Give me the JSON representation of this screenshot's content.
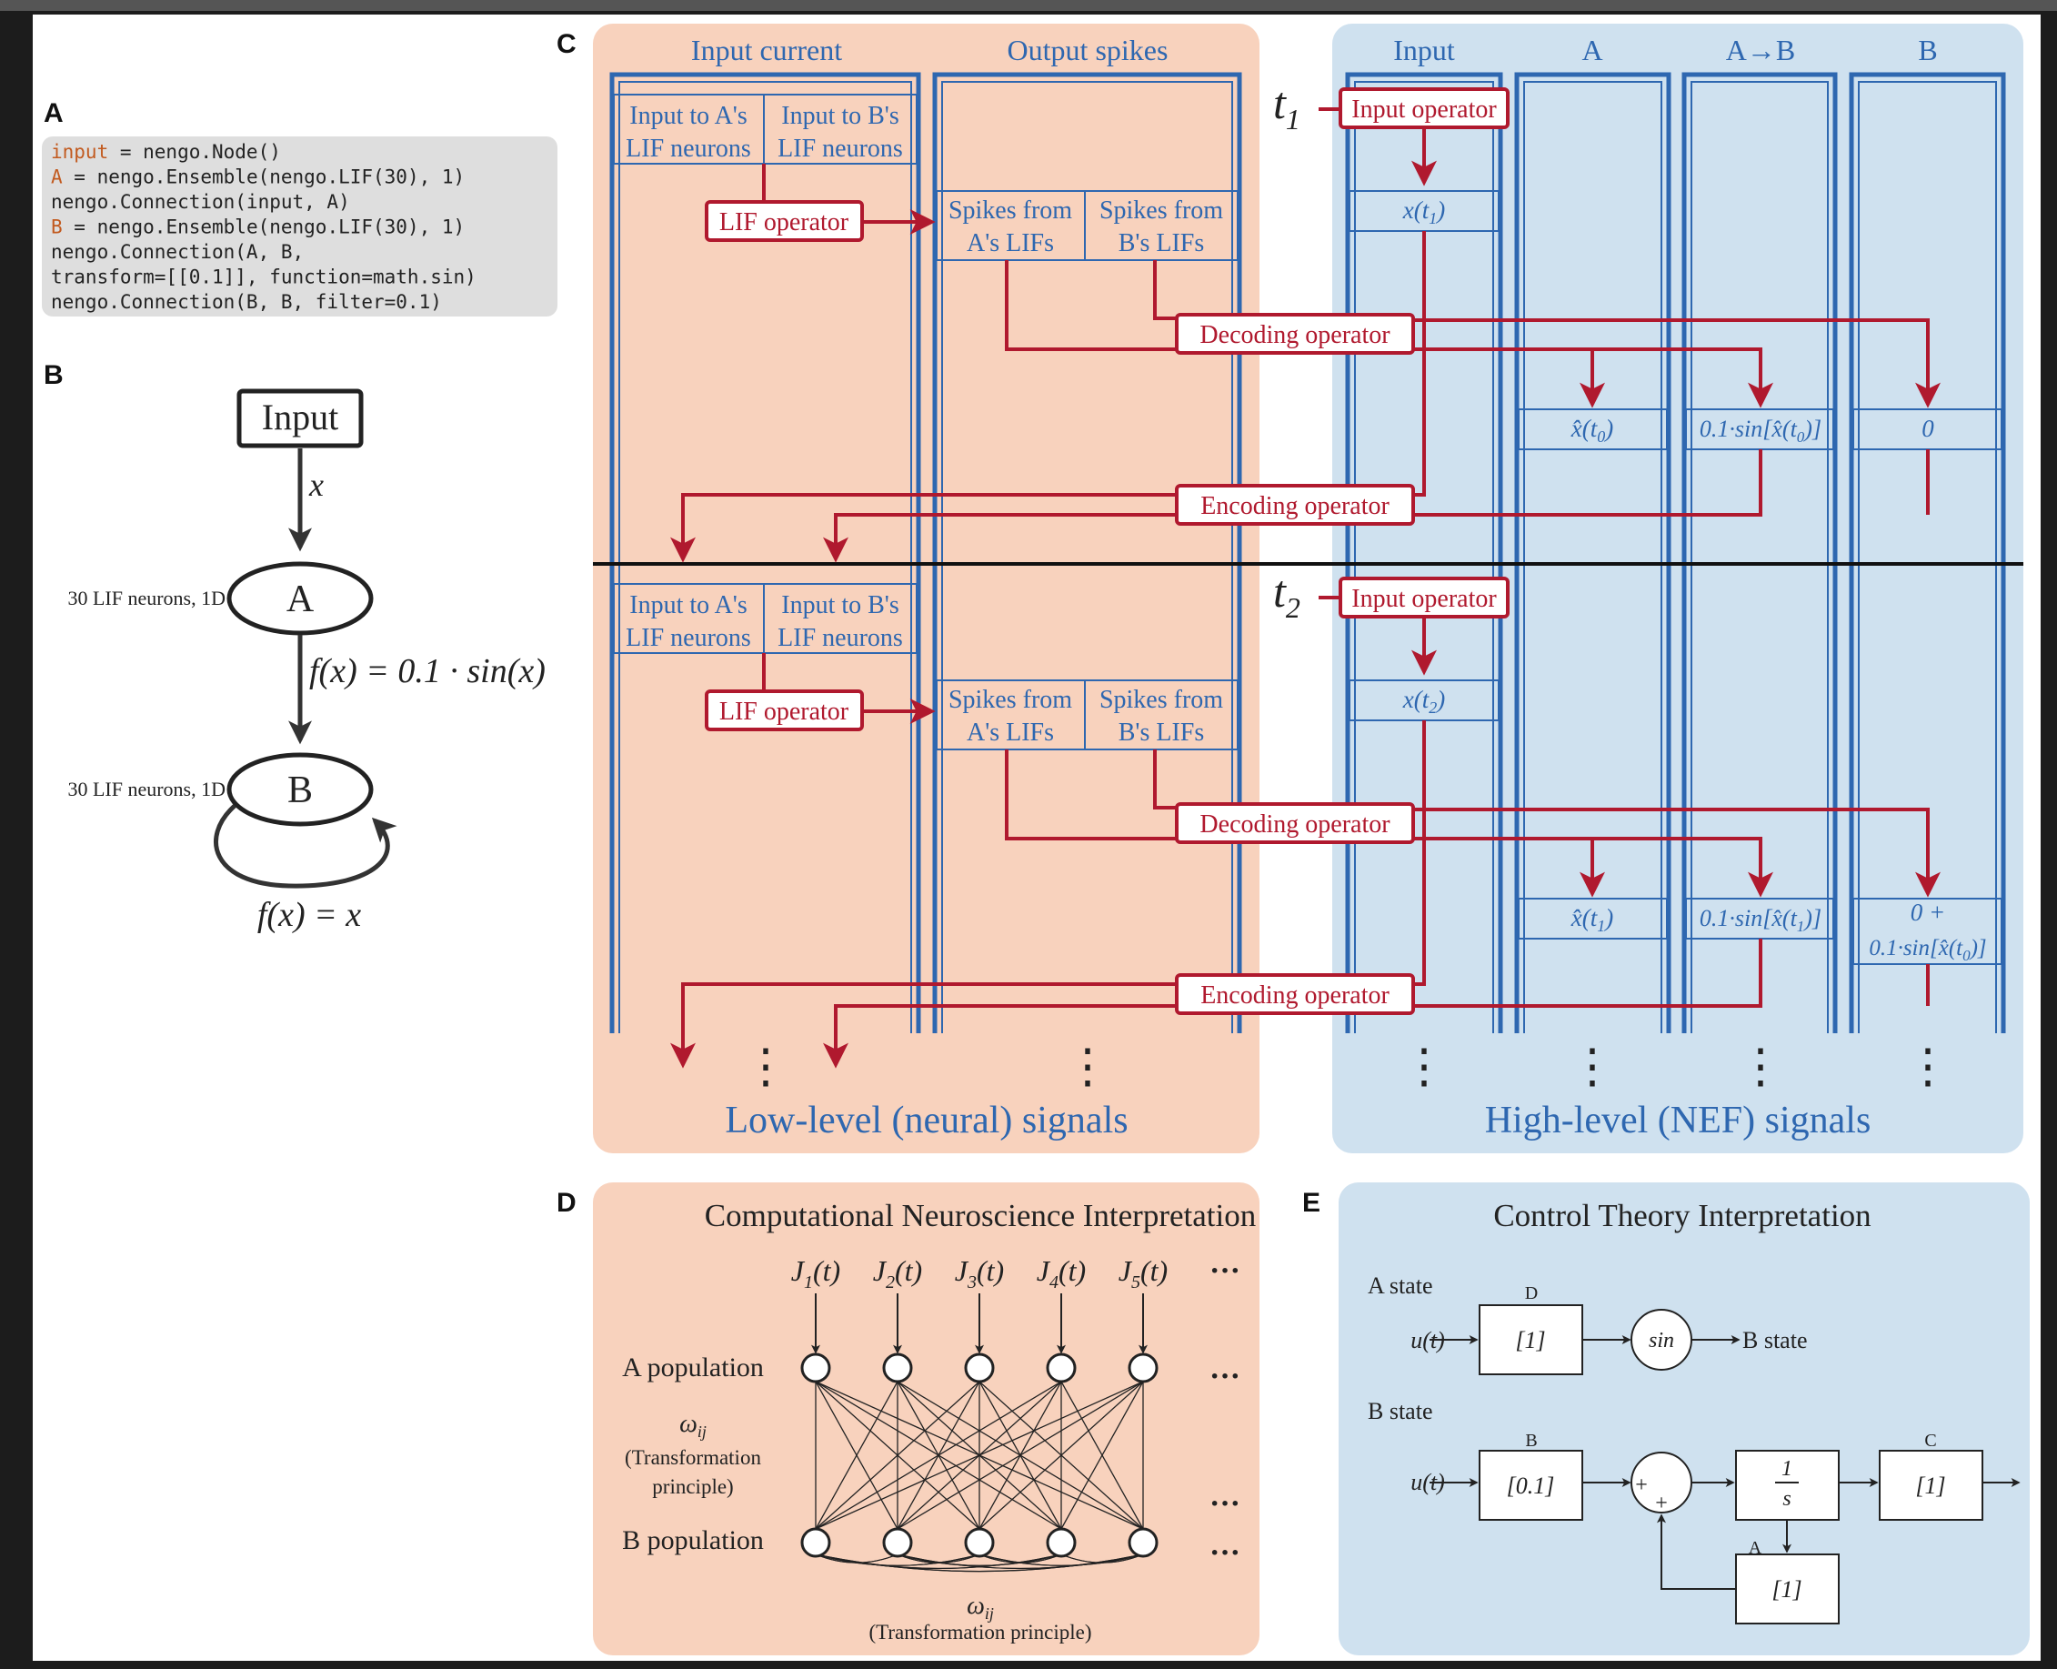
{
  "panel_labels": {
    "a": "A",
    "b": "B",
    "c": "C",
    "d": "D",
    "e": "E"
  },
  "panel_a": {
    "code": [
      {
        "parts": [
          {
            "t": "input",
            "c": "kw"
          },
          {
            "t": " = nengo.Node()",
            "c": "plain"
          }
        ]
      },
      {
        "parts": [
          {
            "t": "A",
            "c": "kw"
          },
          {
            "t": " = nengo.Ensemble(nengo.LIF(30), 1)",
            "c": "plain"
          }
        ]
      },
      {
        "parts": [
          {
            "t": "nengo.Connection(input, A)",
            "c": "plain"
          }
        ]
      },
      {
        "parts": [
          {
            "t": "B",
            "c": "kw"
          },
          {
            "t": " = nengo.Ensemble(nengo.LIF(30), 1)",
            "c": "plain"
          }
        ]
      },
      {
        "parts": [
          {
            "t": "nengo.Connection(A, B,",
            "c": "plain"
          }
        ]
      },
      {
        "parts": [
          {
            "t": "    transform=[[0.1]], function=math.sin)",
            "c": "plain"
          }
        ]
      },
      {
        "parts": [
          {
            "t": "nengo.Connection(B, B, filter=0.1)",
            "c": "plain"
          }
        ]
      }
    ],
    "colors": {
      "kw": "#c25a1f",
      "plain": "#222222",
      "bg": "#dedede"
    }
  },
  "panel_b": {
    "input_label": "Input",
    "x_label": "x",
    "a_label": "A",
    "b_label": "B",
    "a_desc": "30 LIF neurons, 1D",
    "b_desc": "30 LIF neurons, 1D",
    "fx_ab": "f(x) = 0.1 · sin(x)",
    "fx_bb": "f(x) = x"
  },
  "panel_c": {
    "colors": {
      "low_bg": "#f8d2bd",
      "high_bg": "#cfe1ef",
      "blue": "#2e67b0",
      "red": "#b0192e"
    },
    "low_cols": [
      "Input current",
      "Output spikes"
    ],
    "high_cols": [
      "Input",
      "A",
      "A→B",
      "B"
    ],
    "t1": "t",
    "t1_sub": "1",
    "t2": "t",
    "t2_sub": "2",
    "input_a_1": "Input to A's",
    "input_a_2": "LIF neurons",
    "input_b_1": "Input to B's",
    "input_b_2": "LIF neurons",
    "spikes_a_1": "Spikes from",
    "spikes_a_2": "A's LIFs",
    "spikes_b_1": "Spikes from",
    "spikes_b_2": "B's LIFs",
    "lif_operator": "LIF operator",
    "input_operator": "Input operator",
    "decoding_operator": "Decoding operator",
    "encoding_operator": "Encoding operator",
    "x_t1": "x(t",
    "x_t1_sub": "1",
    "x_t2": "x(t",
    "x_t2_sub": "2",
    "xhat_t0": "x̂(t",
    "xhat_t0_sub": "0",
    "sin_t0": "0.1·sin[x̂(t",
    "sin_t0_sub": "0",
    "zero": "0",
    "xhat_t1": "x̂(t",
    "xhat_t1_sub": "1",
    "sin_t1": "0.1·sin[x̂(t",
    "sin_t1_sub": "1",
    "b_t2_line1": "0 +",
    "b_t2_line2": "0.1·sin[x̂(t",
    "b_t2_sub": "0",
    "ellipsis": "⋮",
    "low_footer": "Low-level (neural) signals",
    "high_footer": "High-level (NEF) signals"
  },
  "panel_d": {
    "title": "Computational Neuroscience Interpretation",
    "currents": [
      "1",
      "2",
      "3",
      "4",
      "5"
    ],
    "current_prefix": "J",
    "current_suffix": "(t)",
    "dots": "···",
    "a_population": "A population",
    "b_population": "B population",
    "omega": "ω",
    "omega_sub": "ij",
    "transform_1": "(Transformation",
    "transform_2": "principle)",
    "transform_bottom": "(Transformation principle)"
  },
  "panel_e": {
    "title": "Control Theory Interpretation",
    "a_state": "A state",
    "b_state": "B state",
    "b_state_out": "B state",
    "u_t": "u(t)",
    "d_label": "D",
    "d_box": "[1]",
    "sin": "sin",
    "b_label": "B",
    "b_box": "[0.1]",
    "plus": "+",
    "int_num": "1",
    "int_den": "s",
    "c_label": "C",
    "c_box": "[1]",
    "a_label": "A",
    "a_box": "[1]"
  }
}
